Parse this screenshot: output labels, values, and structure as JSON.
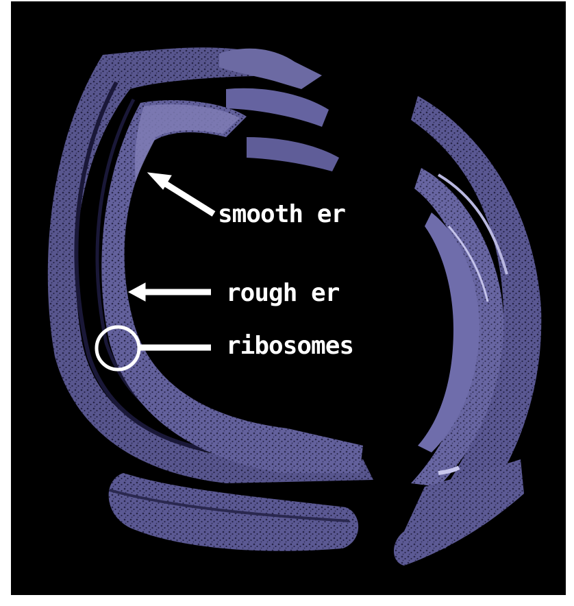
{
  "diagram": {
    "labels": {
      "smooth_er": "smooth er",
      "rough_er": "rough er",
      "ribosomes": "ribosomes"
    },
    "colors": {
      "background": "#000000",
      "frame": "#ffffff",
      "membrane": "#5c5a92",
      "membrane_light": "#7f7db5",
      "membrane_dark": "#2c2a55",
      "ribosome_dots": "#14122e",
      "annotation": "#ffffff"
    }
  }
}
